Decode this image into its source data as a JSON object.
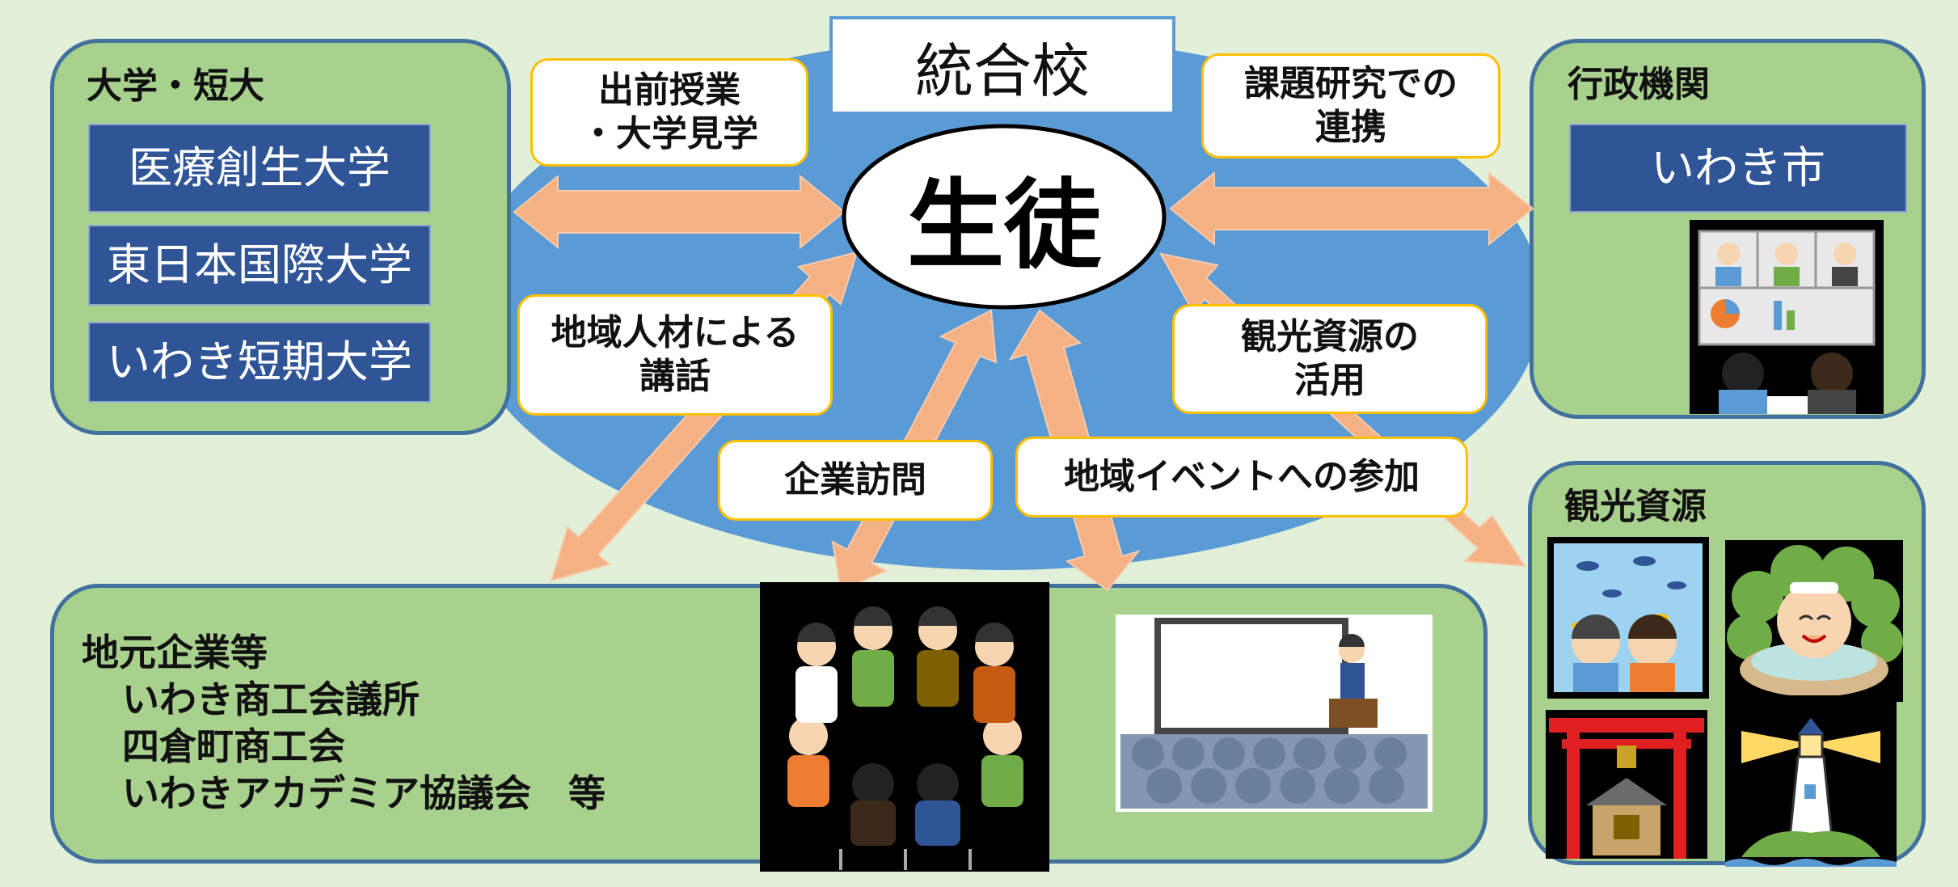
{
  "school": {
    "title": "統合校",
    "students": "生徒"
  },
  "panels": {
    "universities": {
      "title": "大学・短大",
      "items": [
        "医療創生大学",
        "東日本国際大学",
        "いわき短期大学"
      ]
    },
    "government": {
      "title": "行政機関",
      "items": [
        "いわき市"
      ]
    },
    "tourism": {
      "title": "観光資源"
    },
    "companies": {
      "title": "地元企業等",
      "items": [
        "いわき商工会議所",
        "四倉町商工会",
        "いわきアカデミア協議会　等"
      ]
    }
  },
  "links": {
    "lecture_visit": [
      "出前授業",
      "・大学見学"
    ],
    "research": [
      "課題研究での",
      "連携"
    ],
    "local_talent": [
      "地域人材による",
      "講話"
    ],
    "tourism_use": [
      "観光資源の",
      "活用"
    ],
    "company_visit": [
      "企業訪問"
    ],
    "local_event": [
      "地域イベントへの参加"
    ]
  },
  "colors": {
    "background": "#e2efd9",
    "panel_fill": "#a9d18e",
    "panel_border": "#41719c",
    "ellipse_fill": "#5b9bd5",
    "navy_box": "#2f5597",
    "arrow_fill": "#f4b183",
    "label_border": "#ffc000"
  },
  "illustrations": [
    "online-meeting-illustration",
    "group-discussion-illustration",
    "lecture-presentation-illustration",
    "aquarium-illustration",
    "hot-spring-illustration",
    "shrine-illustration",
    "lighthouse-illustration"
  ]
}
